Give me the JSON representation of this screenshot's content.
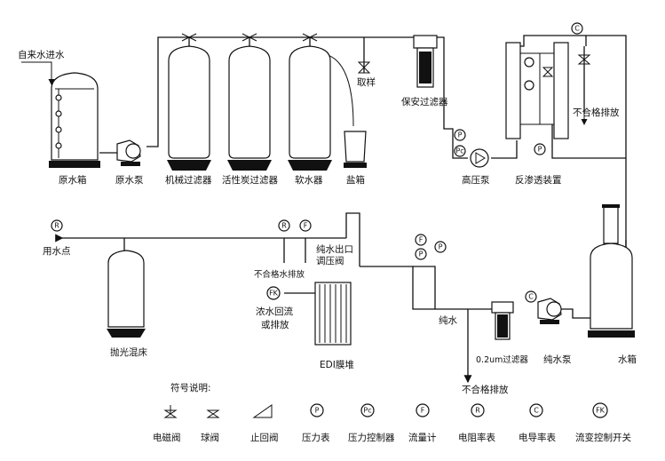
{
  "labels": {
    "inlet": "自来水进水",
    "raw_tank": "原水箱",
    "raw_pump": "原水泵",
    "mech_filter": "机械过滤器",
    "carbon_filter": "活性炭过滤器",
    "softener": "软水器",
    "salt_tank": "盐箱",
    "sampling": "取样",
    "security_filter": "保安过滤器",
    "hp_pump": "高压泵",
    "ro_device": "反渗透装置",
    "ro_reject": "不合格排放",
    "point_of_use": "用水点",
    "polishing_bed": "抛光混床",
    "reject_water_drain": "不合格水排放",
    "pure_outlet_valve_1": "纯水出口",
    "pure_outlet_valve_2": "调压阀",
    "concentrate_1": "浓水回流",
    "concentrate_2": "或排放",
    "edi_stack": "EDI膜堆",
    "pure_water": "纯水",
    "micron_filter": "0.2um过滤器",
    "pure_pump": "纯水泵",
    "water_tank": "水箱",
    "bottom_reject": "不合格排放"
  },
  "instrument_letters": {
    "P": "P",
    "Pc": "Pc",
    "F": "F",
    "R": "R",
    "C": "C",
    "FK": "FK"
  },
  "legend": {
    "title": "符号说明:",
    "items": [
      {
        "label": "电磁阀"
      },
      {
        "label": "球阀"
      },
      {
        "label": "止回阀"
      },
      {
        "label": "压力表"
      },
      {
        "label": "压力控制器"
      },
      {
        "label": "流量计"
      },
      {
        "label": "电阻率表"
      },
      {
        "label": "电导率表"
      },
      {
        "label": "流变控制开关"
      }
    ]
  }
}
